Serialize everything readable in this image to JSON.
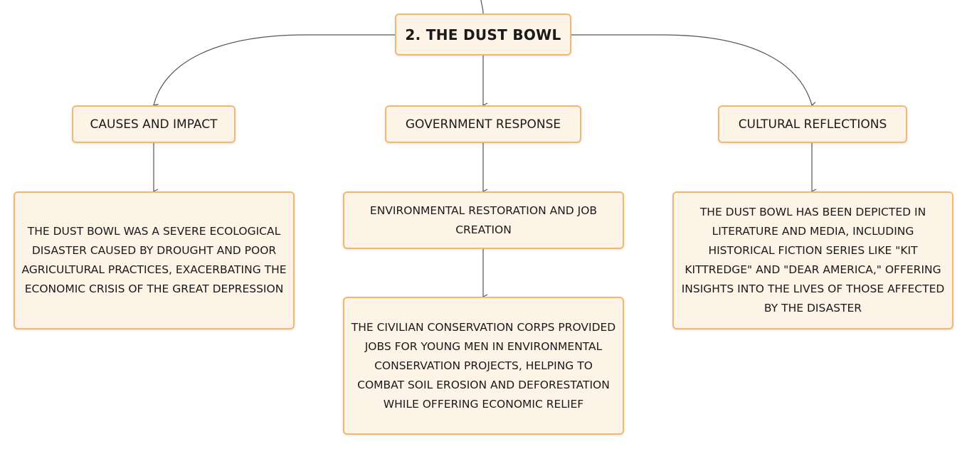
{
  "colors": {
    "node_fill": "#fdf3e7",
    "node_border": "#f2b870",
    "connector": "#555555"
  },
  "root": {
    "label": "2. THE DUST BOWL"
  },
  "branches": {
    "causes": {
      "label": "CAUSES AND IMPACT",
      "detail": "THE DUST BOWL WAS A SEVERE ECOLOGICAL DISASTER CAUSED BY DROUGHT AND POOR AGRICULTURAL PRACTICES, EXACERBATING THE ECONOMIC CRISIS OF THE GREAT DEPRESSION"
    },
    "government": {
      "label": "GOVERNMENT RESPONSE",
      "subtopic": "ENVIRONMENTAL RESTORATION AND JOB CREATION",
      "detail": "THE CIVILIAN CONSERVATION CORPS PROVIDED JOBS FOR YOUNG MEN IN ENVIRONMENTAL CONSERVATION PROJECTS, HELPING TO COMBAT SOIL EROSION AND DEFORESTATION WHILE OFFERING ECONOMIC RELIEF"
    },
    "culture": {
      "label": "CULTURAL REFLECTIONS",
      "detail": "THE DUST BOWL HAS BEEN DEPICTED IN LITERATURE AND MEDIA, INCLUDING HISTORICAL FICTION SERIES LIKE \"KIT KITTREDGE\" AND \"DEAR AMERICA,\" OFFERING INSIGHTS INTO THE LIVES OF THOSE AFFECTED BY THE DISASTER"
    }
  }
}
